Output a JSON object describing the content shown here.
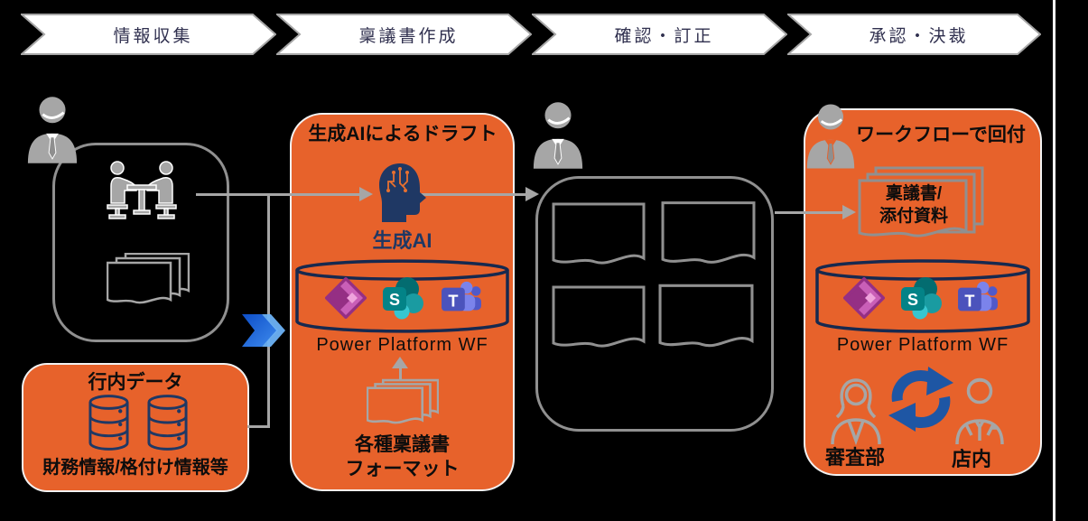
{
  "process_steps": [
    {
      "label": "情報収集"
    },
    {
      "label": "稟議書作成"
    },
    {
      "label": "確認・訂正"
    },
    {
      "label": "承認・決裁"
    }
  ],
  "info_gathering": {
    "internal_data_title": "行内データ",
    "internal_data_desc": "財務情報/格付け情報等"
  },
  "draft": {
    "title": "生成AIによるドラフト",
    "ai_label": "生成AI",
    "platform_label": "Power Platform WF",
    "format_line1": "各種稟議書",
    "format_line2": "フォーマット"
  },
  "approval": {
    "title": "ワークフローで回付",
    "doc_line1": "稟議書/",
    "doc_line2": "添付資料",
    "platform_label": "Power Platform WF",
    "reviewer_label": "審査部",
    "branch_label": "店内"
  },
  "ms_icons": {
    "sharepoint_letter": "S",
    "teams_letter": "T"
  },
  "colors": {
    "orange": "#E7622B",
    "navy": "#1F3864",
    "line_gray": "#A6A6A6",
    "cycle_blue": "#1E56A4",
    "chevron_text": "#30304F"
  }
}
